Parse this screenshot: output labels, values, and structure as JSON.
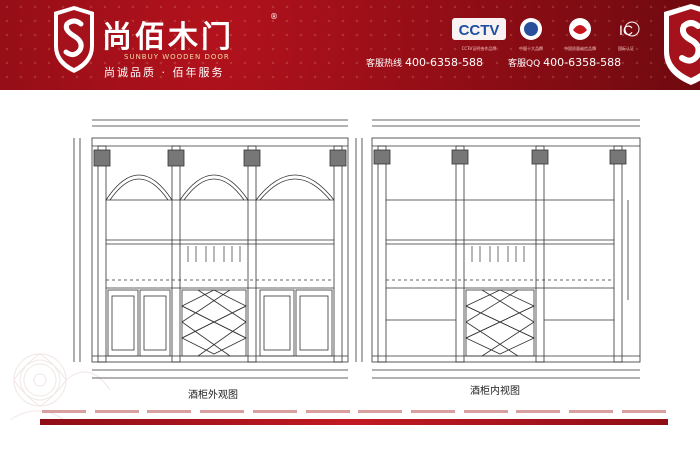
{
  "header": {
    "brand_cn": "尚佰木门",
    "brand_en": "SUNBUY WOODEN DOOR",
    "slogan": "尚诚品质 · 佰年服务",
    "registered_mark": "®",
    "logos": [
      {
        "name": "cctv-logo",
        "text": "CCTV",
        "caption": "CCTV证明合作品牌"
      },
      {
        "name": "partner-logo-2",
        "text": "",
        "caption": "中国十大品牌"
      },
      {
        "name": "partner-logo-3",
        "text": "",
        "caption": "中国质量诚信品牌"
      },
      {
        "name": "partner-logo-4",
        "text": "IC",
        "caption": "国际认证"
      }
    ],
    "contacts": [
      {
        "label": "客服热线",
        "value": "400-6358-588"
      },
      {
        "label": "客服QQ",
        "value": "400-6358-588"
      }
    ]
  },
  "drawings": [
    {
      "caption": "酒柜外观图"
    },
    {
      "caption": "酒柜内视图"
    }
  ],
  "colors": {
    "banner_red": "#9a0f18",
    "accent_gold": "#f3d9a4",
    "line": "#333333"
  }
}
